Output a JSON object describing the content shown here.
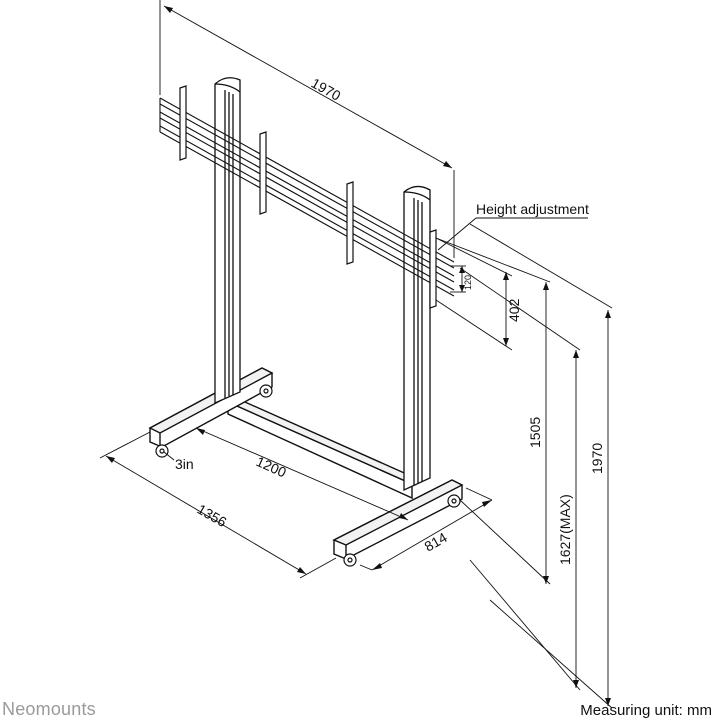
{
  "dimensions": {
    "overall_width": "1970",
    "height_adjustment_label": "Height adjustment",
    "adjust_range": "120",
    "mount_height": "402",
    "min_height": "1505",
    "max_center_height": "1627(MAX)",
    "overall_height": "1970",
    "wheel_size": "3in",
    "inner_width": "1200",
    "base_width": "1356",
    "base_depth": "814"
  },
  "footer": {
    "brand": "Neomounts",
    "measuring_unit": "Measuring unit: mm"
  }
}
